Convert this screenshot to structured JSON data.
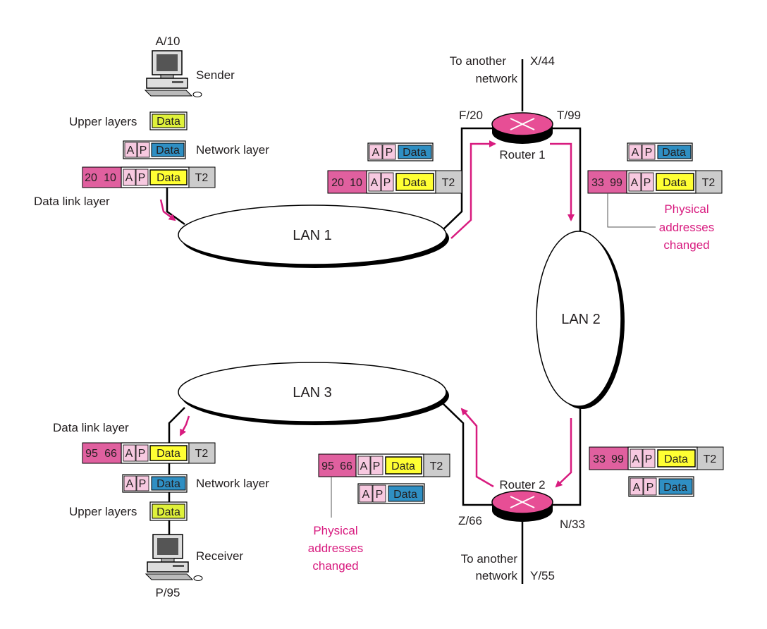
{
  "sender": {
    "address": "A/10",
    "label": "Sender"
  },
  "receiver": {
    "address": "P/95",
    "label": "Receiver"
  },
  "layers": {
    "upper": "Upper layers",
    "network": "Network layer",
    "datalink": "Data link layer"
  },
  "packet": {
    "a": "A",
    "p": "P",
    "data": "Data",
    "trailer": "T2"
  },
  "lans": {
    "lan1": "LAN 1",
    "lan2": "LAN 2",
    "lan3": "LAN 3"
  },
  "router1": {
    "name": "Router 1",
    "iface_left": "F/20",
    "iface_right": "T/99",
    "external": "X/44",
    "external_label_1": "To another",
    "external_label_2": "network"
  },
  "router2": {
    "name": "Router 2",
    "iface_left": "Z/66",
    "iface_right": "N/33",
    "external": "Y/55",
    "external_label_1": "To another",
    "external_label_2": "network"
  },
  "frames": {
    "sender": {
      "dst": "20",
      "src": "10"
    },
    "lan1_to_router1": {
      "dst": "20",
      "src": "10"
    },
    "router1_out": {
      "dst": "33",
      "src": "99"
    },
    "router2_in": {
      "dst": "33",
      "src": "99"
    },
    "router2_out": {
      "dst": "95",
      "src": "66"
    },
    "receiver": {
      "dst": "95",
      "src": "66"
    }
  },
  "physical_note": {
    "line1": "Physical",
    "line2": "addresses",
    "line3": "changed"
  },
  "colors": {
    "accent": "#d81b7f",
    "header": "#e0609f",
    "ap": "#f7c9e0",
    "data_upper": "#dff13a",
    "data_network": "#2f8fc3",
    "data_frame": "#ffff33",
    "trailer": "#cccccc",
    "router": "#e74e95"
  }
}
